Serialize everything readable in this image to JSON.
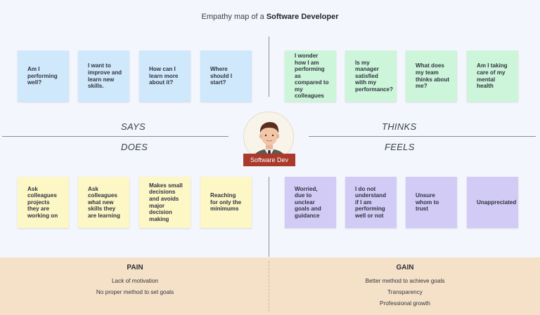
{
  "title": {
    "prefix": "Empathy map of a ",
    "subject": "Software Developer"
  },
  "quadrants": {
    "says": {
      "label": "SAYS",
      "notes": [
        "Am I performing well?",
        "I want to improve and learn new skills.",
        "How can I learn more about it?",
        "Where should I start?"
      ]
    },
    "thinks": {
      "label": "THINKS",
      "notes": [
        "I wonder how I am performing as compared to my colleagues",
        "Is my manager satisfied with my performance?",
        "What does my team thinks about me?",
        "Am I taking care of my mental health"
      ]
    },
    "does": {
      "label": "DOES",
      "notes": [
        "Ask colleagues projects they are working on",
        "Ask colleagues what new skills they are learning",
        "Makes small decisions and avoids major decision making",
        "Reaching for only the minimums"
      ]
    },
    "feels": {
      "label": "FEELS",
      "notes": [
        "Worried, due to unclear goals and guidance",
        "I do not understand if I am performing well or not",
        "Unsure whom to trust",
        "Unappreciated"
      ]
    }
  },
  "persona": {
    "label": "Software Dev",
    "icon": "developer-avatar-icon"
  },
  "pain": {
    "label": "PAIN",
    "items": [
      "Lack of motivation",
      "No proper method to set goals"
    ]
  },
  "gain": {
    "label": "GAIN",
    "items": [
      "Better method to achieve goals",
      "Transparency",
      "Professional growth"
    ]
  },
  "colors": {
    "says": "#cfe8fb",
    "thinks": "#cdf5d9",
    "does": "#fdf6c5",
    "feels": "#d2cbf6",
    "band": "#f5e1c7",
    "badge": "#a93a2c"
  }
}
